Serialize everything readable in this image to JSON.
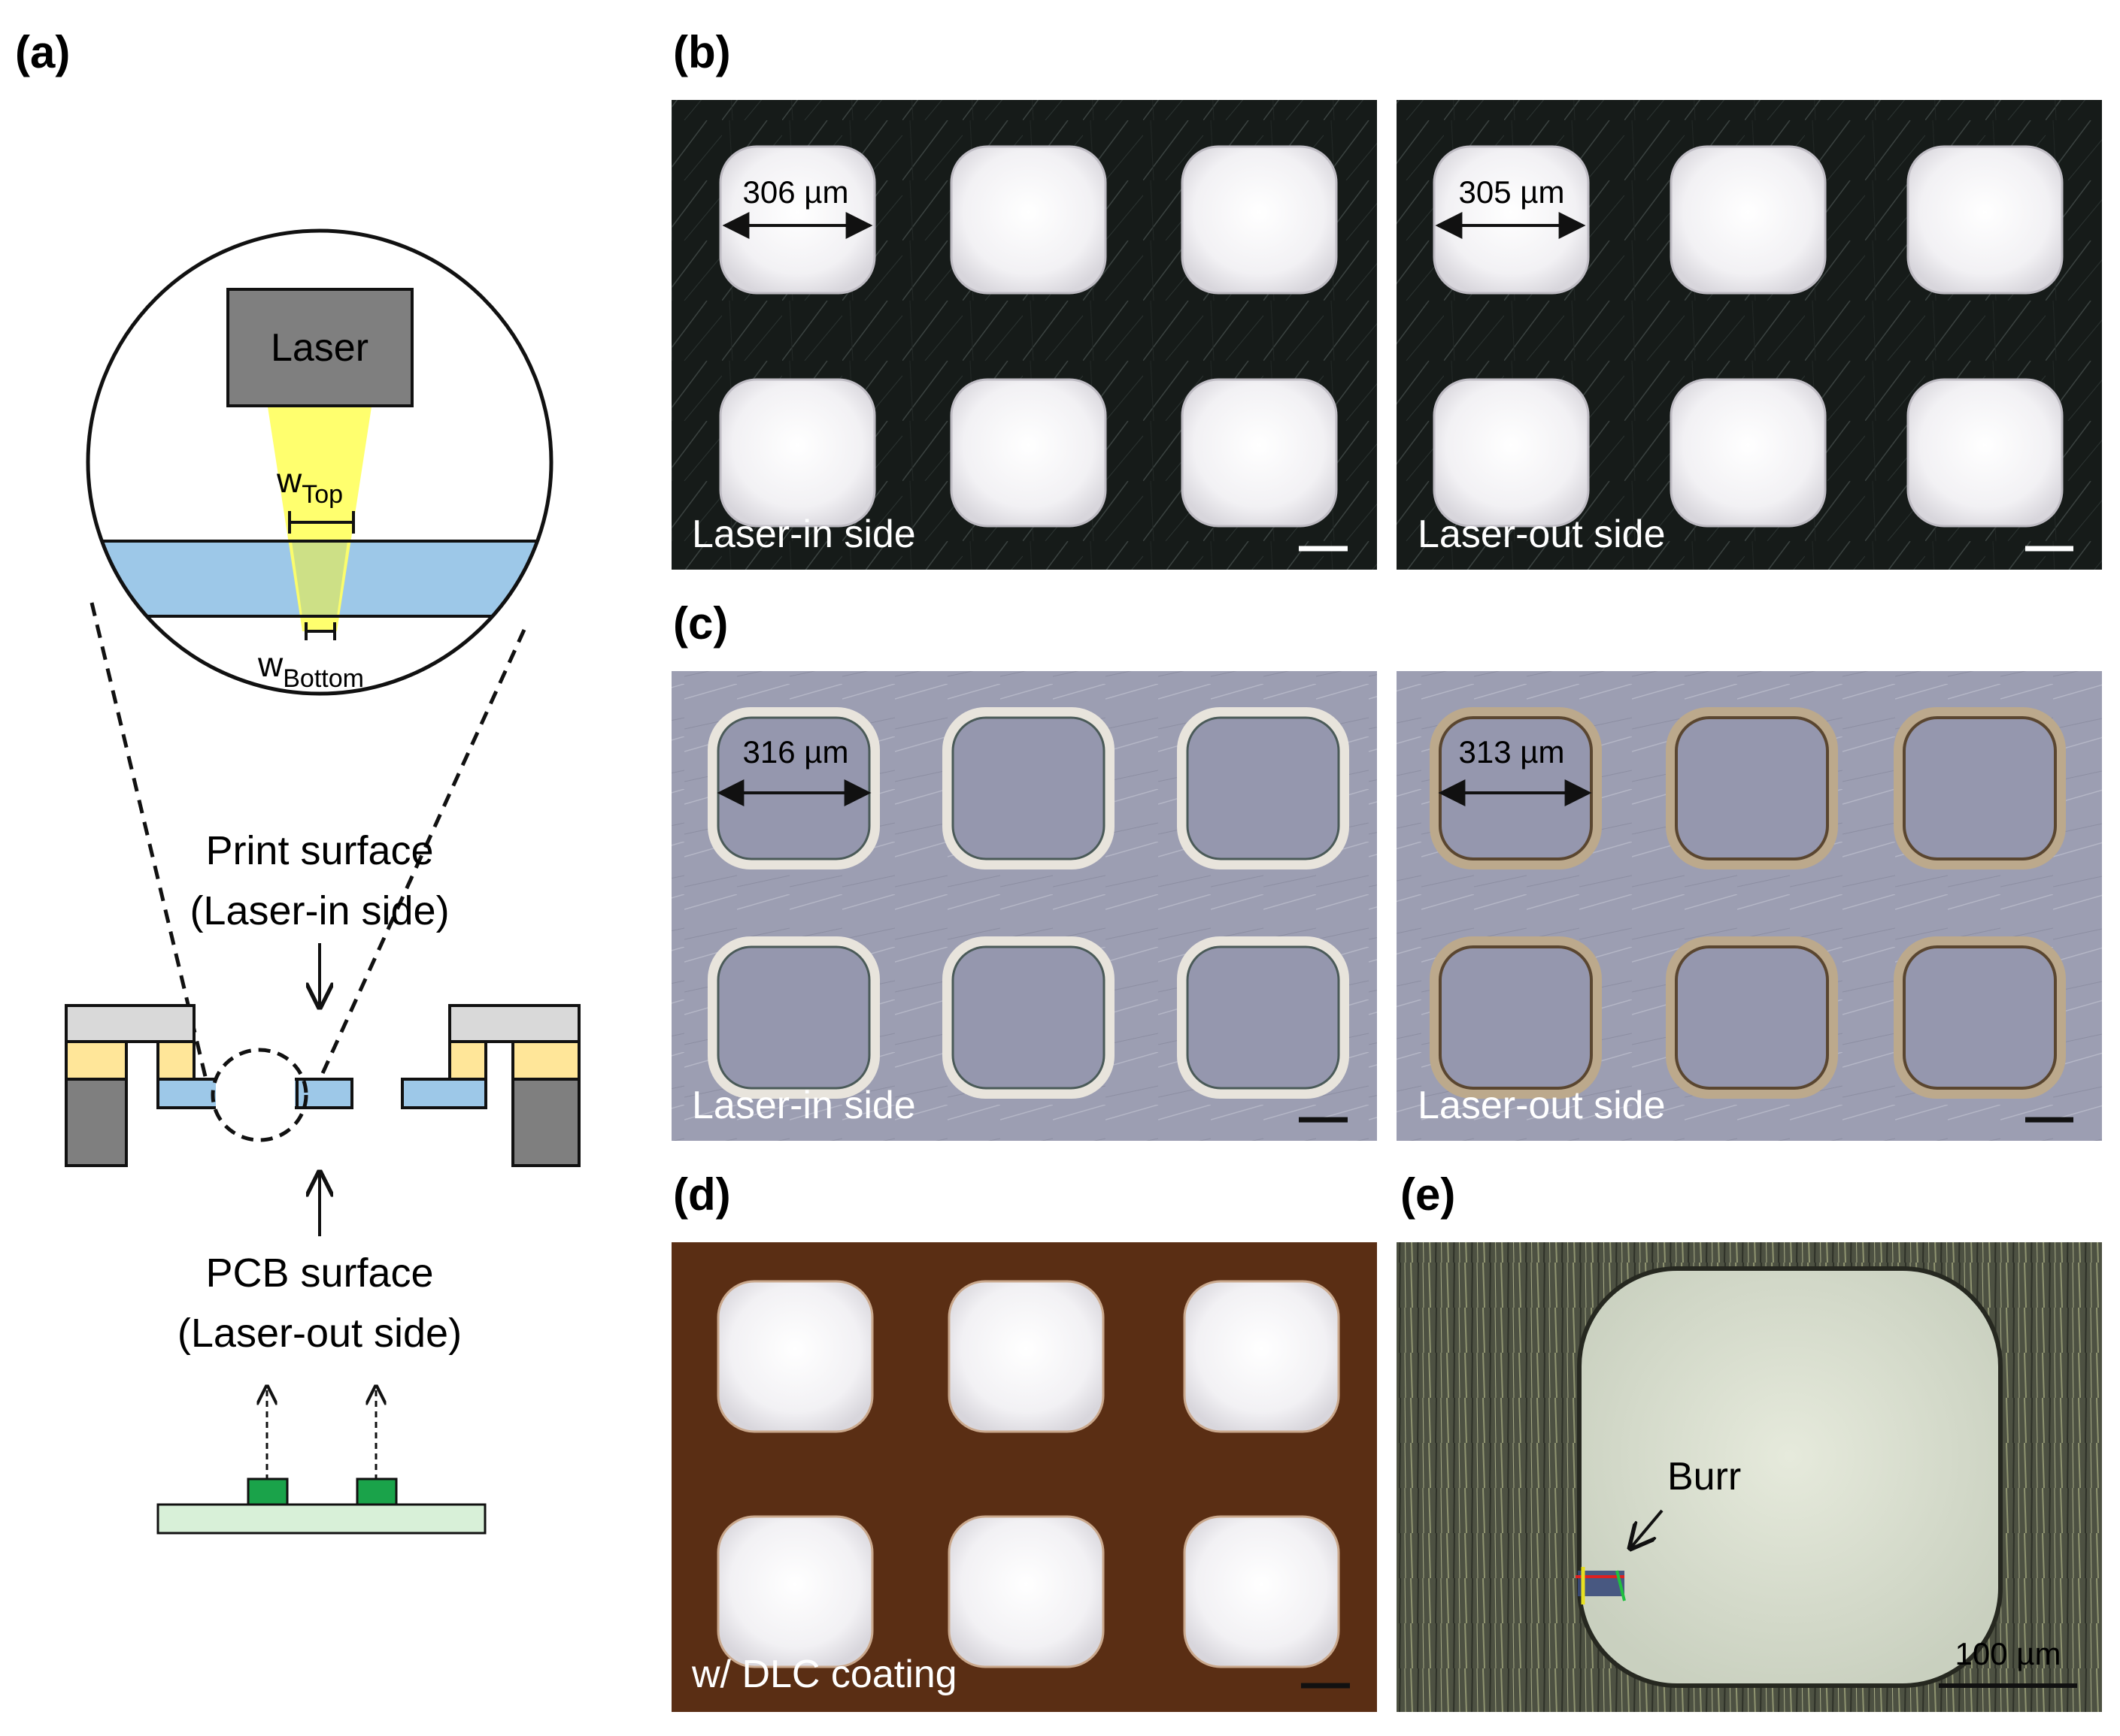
{
  "panel_labels": {
    "a": "(a)",
    "b": "(b)",
    "c": "(c)",
    "d": "(d)",
    "e": "(e)"
  },
  "panel_a": {
    "laser_label": "Laser",
    "w_top_main": "w",
    "w_top_sub": "Top",
    "w_bottom_main": "w",
    "w_bottom_sub": "Bottom",
    "print_surface_line1": "Print surface",
    "print_surface_line2": "(Laser-in side)",
    "pcb_surface_line1": "PCB surface",
    "pcb_surface_line2": "(Laser-out side)"
  },
  "panel_b": {
    "left": {
      "caption": "Laser-in side",
      "measurement": "306 µm"
    },
    "right": {
      "caption": "Laser-out side",
      "measurement": "305 µm"
    }
  },
  "panel_c": {
    "left": {
      "caption": "Laser-in side",
      "measurement": "316 µm"
    },
    "right": {
      "caption": "Laser-out side",
      "measurement": "313 µm"
    }
  },
  "panel_d": {
    "caption": "w/ DLC coating"
  },
  "panel_e": {
    "burr_label": "Burr",
    "scale_label": "100 µm"
  },
  "colors": {
    "laser_beam": "#ffff66",
    "stencil_blue": "#9dc8e8",
    "dark_micrograph": "#151a18",
    "grey_micrograph": "#9a9cb0",
    "dlc_brown": "#5a2e14",
    "pad_green": "#1aa34a",
    "pcb_green": "#d8f0d8"
  }
}
